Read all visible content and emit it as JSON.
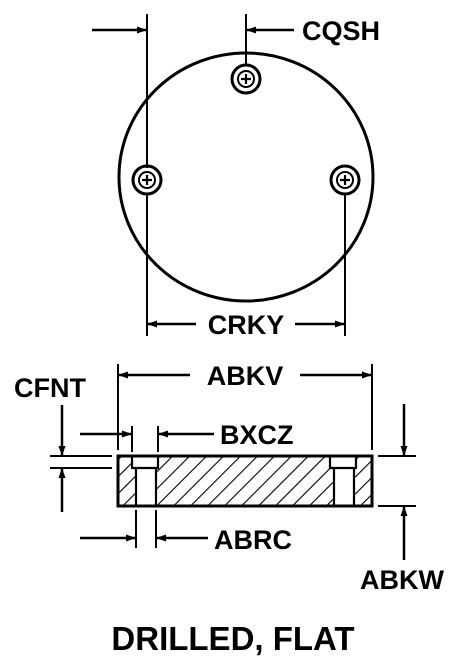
{
  "top_view": {
    "dimensions": {
      "hole_offset": "CQSH",
      "hole_span": "CRKY"
    }
  },
  "side_view": {
    "dimensions": {
      "overall_diameter": "ABKV",
      "counterbore_depth": "CFNT",
      "counterbore_diameter": "BXCZ",
      "hole_diameter": "ABRC",
      "thickness": "ABKW"
    }
  },
  "caption": "DRILLED, FLAT"
}
